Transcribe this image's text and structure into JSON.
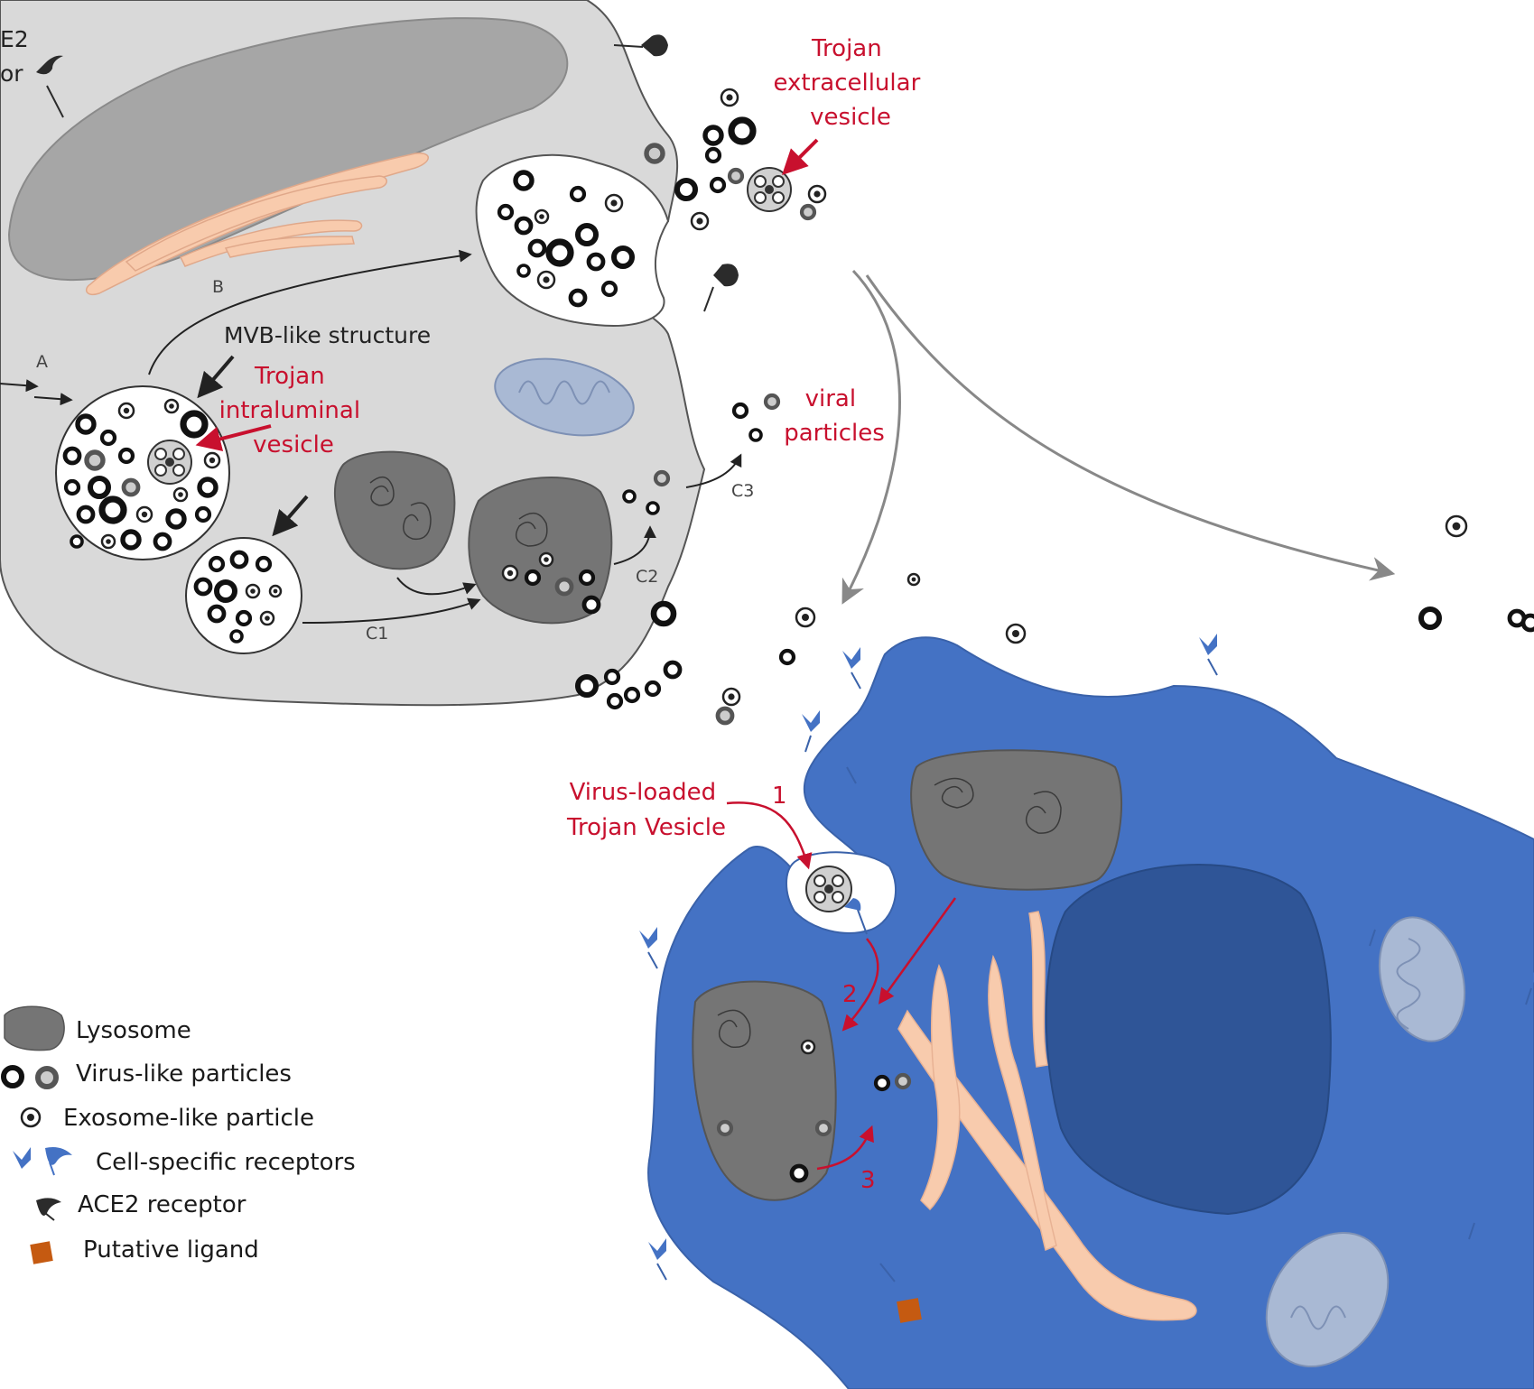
{
  "labels": {
    "ace2_top_line1": "E2",
    "ace2_top_line2": "or",
    "mvb_structure": "MVB-like structure",
    "trojan_ilv_line1": "Trojan",
    "trojan_ilv_line2": "intraluminal",
    "trojan_ilv_line3": "vesicle",
    "trojan_ev_line1": "Trojan",
    "trojan_ev_line2": "extracellular",
    "trojan_ev_line3": "vesicle",
    "viral_particles_line1": "viral",
    "viral_particles_line2": "particles",
    "virus_loaded_line1": "Virus-loaded",
    "virus_loaded_line2": "Trojan Vesicle"
  },
  "steps": {
    "a": "A",
    "b": "B",
    "c1": "C1",
    "c2": "C2",
    "c3": "C3",
    "one": "1",
    "two": "2",
    "three": "3"
  },
  "legend": {
    "items": [
      {
        "label": "Lysosome",
        "icon": "lysosome-icon"
      },
      {
        "label": "Virus-like particles",
        "icon": "virus-particle-icon"
      },
      {
        "label": "Exosome-like particle",
        "icon": "exosome-particle-icon"
      },
      {
        "label": "Cell-specific receptors",
        "icon": "cell-receptor-icon"
      },
      {
        "label": "ACE2 receptor",
        "icon": "ace2-receptor-icon"
      },
      {
        "label": "Putative ligand",
        "icon": "ligand-icon"
      }
    ]
  },
  "colors": {
    "donor_cell": "#d9d9d9",
    "donor_nucleus": "#a6a6a6",
    "recipient_cell": "#4472c4",
    "recipient_nucleus": "#2f5597",
    "lysosome": "#757575",
    "golgi": "#f8cbad",
    "mitochondria": "#a9b9d4",
    "annotation_red": "#c8102e"
  }
}
